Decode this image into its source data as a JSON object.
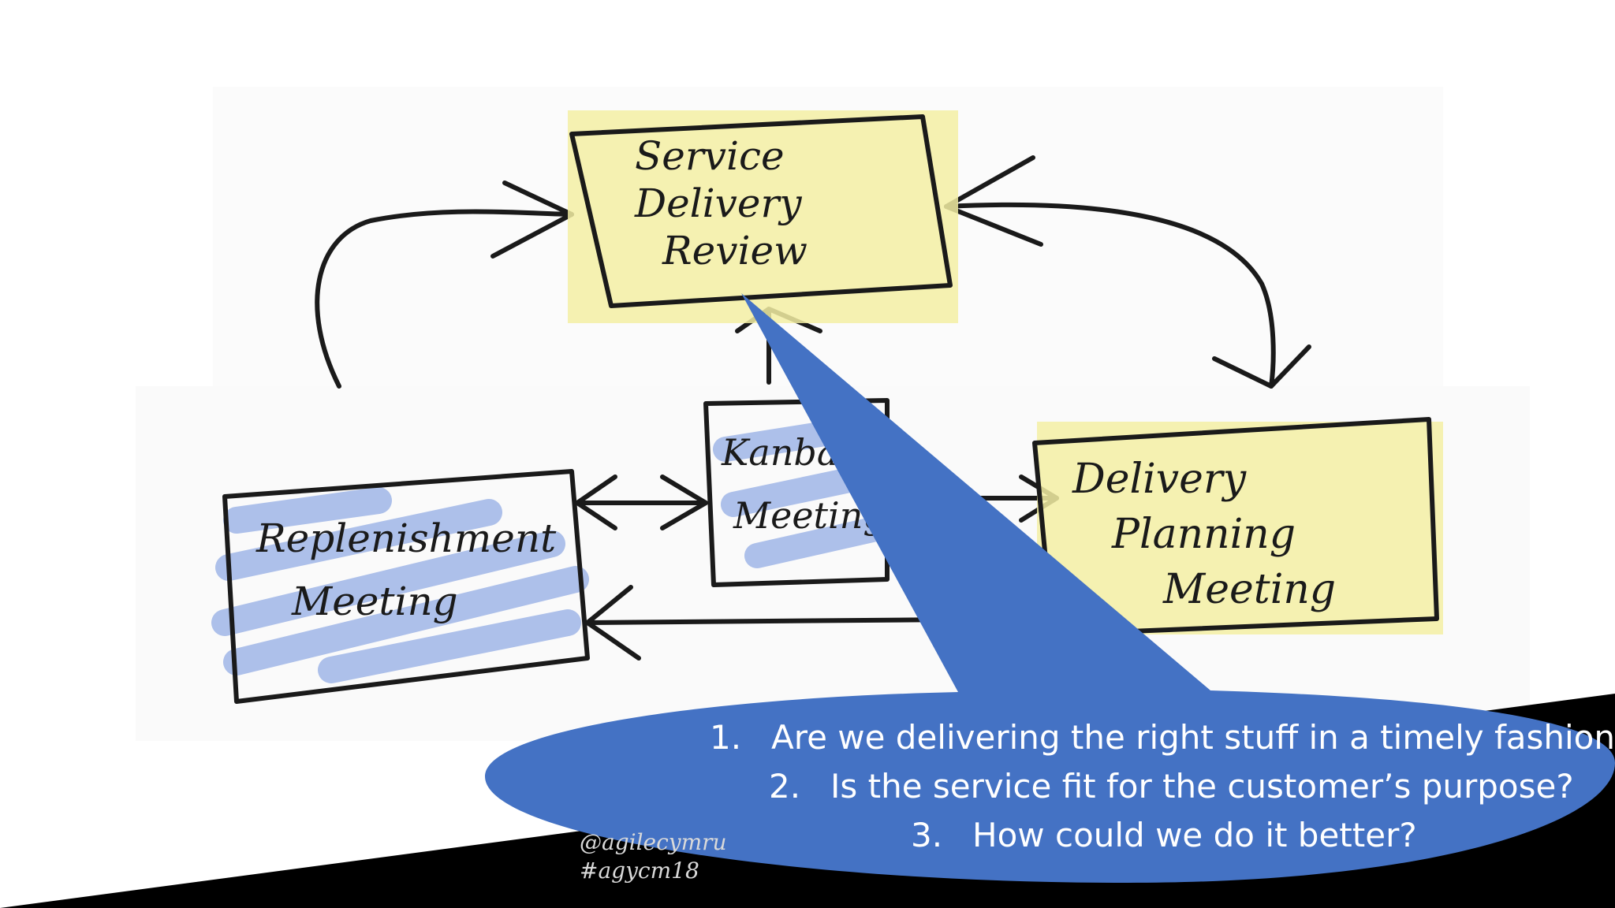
{
  "diagram": {
    "nodes": {
      "service_delivery_review": [
        "Service",
        "Delivery",
        "Review"
      ],
      "kanban_meeting": [
        "Kanban",
        "Meeting"
      ],
      "replenishment_meeting": [
        "Replenishment",
        "Meeting"
      ],
      "delivery_planning_meeting": [
        "Delivery",
        "Planning",
        "Meeting"
      ]
    },
    "colors": {
      "highlight_yellow": "#f3eea3",
      "highlight_blue": "#9fb5e6",
      "callout_blue": "#4472c4",
      "ink": "#1a1a1a"
    }
  },
  "callout": {
    "questions": [
      {
        "num": "1.",
        "text": "Are we delivering the right stuff in a timely fashion?"
      },
      {
        "num": "2.",
        "text": "Is the service fit for the customer’s purpose?"
      },
      {
        "num": "3.",
        "text": "How could we do it better?"
      }
    ]
  },
  "footer": {
    "handle": "@agilecymru",
    "hashtag": "#agycm18"
  }
}
